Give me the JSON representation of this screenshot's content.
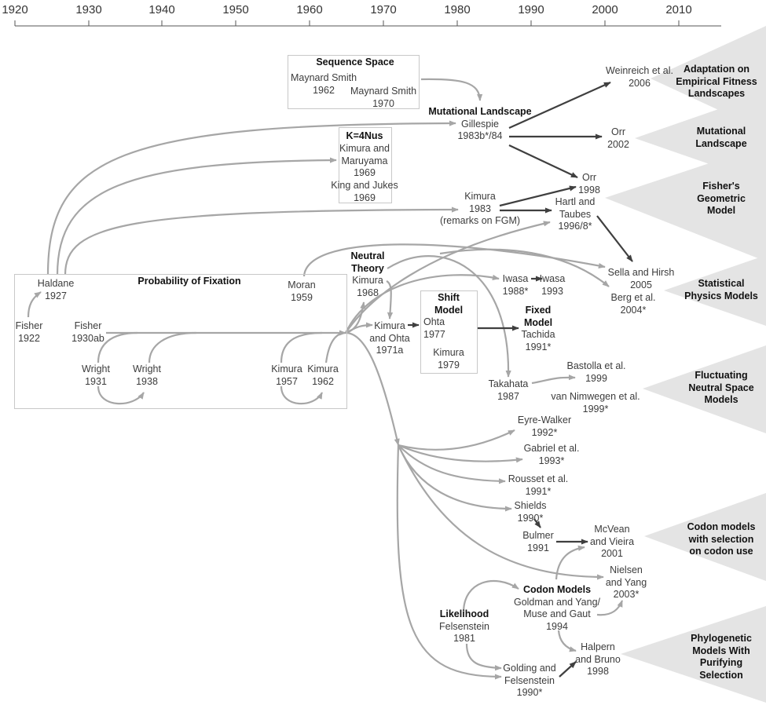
{
  "timeline": {
    "years": [
      "1920",
      "1930",
      "1940",
      "1950",
      "1960",
      "1970",
      "1980",
      "1990",
      "2000",
      "2010"
    ]
  },
  "groups": {
    "sequence_space": {
      "title": "Sequence Space"
    },
    "k4nus": {
      "title": "K=4Nus"
    },
    "probability_of_fixation": {
      "title": "Probability of Fixation"
    },
    "shift_model": {
      "title": "Shift\nModel"
    }
  },
  "nodes": {
    "maynard_smith_1962": {
      "text": "Maynard Smith\n1962"
    },
    "maynard_smith_1970": {
      "text": "Maynard Smith\n1970"
    },
    "mutational_landscape_title": {
      "text": "Mutational Landscape"
    },
    "gillespie": {
      "text": "Gillespie\n1983b*/84"
    },
    "kimura_maruyama": {
      "text": "Kimura and\nMaruyama\n1969"
    },
    "king_jukes": {
      "text": "King and Jukes\n1969"
    },
    "kimura_1983": {
      "text": "Kimura\n1983\n(remarks on FGM)"
    },
    "weinreich": {
      "text": "Weinreich et al.\n2006"
    },
    "orr_2002": {
      "text": "Orr\n2002"
    },
    "orr_1998": {
      "text": "Orr\n1998"
    },
    "hartl_taubes": {
      "text": "Hartl and\nTaubes\n1996/8*"
    },
    "haldane": {
      "text": "Haldane\n1927"
    },
    "fisher_1922": {
      "text": "Fisher\n1922"
    },
    "fisher_1930": {
      "text": "Fisher\n1930ab"
    },
    "wright_1931": {
      "text": "Wright\n1931"
    },
    "wright_1938": {
      "text": "Wright\n1938"
    },
    "moran": {
      "text": "Moran\n1959"
    },
    "kimura_1957": {
      "text": "Kimura\n1957"
    },
    "kimura_1962": {
      "text": "Kimura\n1962"
    },
    "neutral_theory_title": {
      "text": "Neutral\nTheory"
    },
    "kimura_1968": {
      "text": "Kimura\n1968"
    },
    "kimura_ohta": {
      "text": "Kimura\nand Ohta\n1971a"
    },
    "ohta_1977": {
      "text": "Ohta\n1977"
    },
    "kimura_1979": {
      "text": "Kimura\n1979"
    },
    "fixed_model_title": {
      "text": "Fixed\nModel"
    },
    "tachida": {
      "text": "Tachida\n1991*"
    },
    "iwasa_1988": {
      "text": "Iwasa\n1988*"
    },
    "iwasa_1993": {
      "text": "Iwasa\n1993"
    },
    "sella_hirsh": {
      "text": "Sella and Hirsh\n2005"
    },
    "berg": {
      "text": "Berg et al.\n2004*"
    },
    "takahata": {
      "text": "Takahata\n1987"
    },
    "bastolla": {
      "text": "Bastolla et al.\n1999"
    },
    "van_nimwegen": {
      "text": "van Nimwegen et al.\n1999*"
    },
    "eyre_walker": {
      "text": "Eyre-Walker\n1992*"
    },
    "gabriel": {
      "text": "Gabriel et al.\n1993*"
    },
    "rousset": {
      "text": "Rousset et al.\n1991*"
    },
    "shields": {
      "text": "Shields\n1990*"
    },
    "bulmer": {
      "text": "Bulmer\n1991"
    },
    "mcvean_vieira": {
      "text": "McVean\nand Vieira\n2001"
    },
    "nielsen_yang": {
      "text": "Nielsen\nand Yang\n2003*"
    },
    "codon_models_title": {
      "text": "Codon Models"
    },
    "goldman_yang": {
      "text": "Goldman and Yang/\nMuse and Gaut\n1994"
    },
    "likelihood_title": {
      "text": "Likelihood"
    },
    "felsenstein_1981": {
      "text": "Felsenstein\n1981"
    },
    "halpern_bruno": {
      "text": "Halpern\nand Bruno\n1998"
    },
    "golding_felsenstein": {
      "text": "Golding and\nFelsenstein\n1990*"
    }
  },
  "categories": [
    {
      "label": "Adaptation on\nEmpirical Fitness\nLandscapes"
    },
    {
      "label": "Mutational\nLandscape"
    },
    {
      "label": "Fisher's\nGeometric\nModel"
    },
    {
      "label": "Statistical\nPhysics Models"
    },
    {
      "label": "Fluctuating\nNeutral Space\nModels"
    },
    {
      "label": "Codon models\nwith selection\non codon use"
    },
    {
      "label": "Phylogenetic\nModels With\nPurifying\nSelection"
    }
  ],
  "colors": {
    "light_arrow": "#a6a6a6",
    "dark_arrow": "#3f3f3f",
    "category_fill": "#e4e4e4",
    "box_border": "#c8c8c8",
    "axis": "#555555"
  }
}
